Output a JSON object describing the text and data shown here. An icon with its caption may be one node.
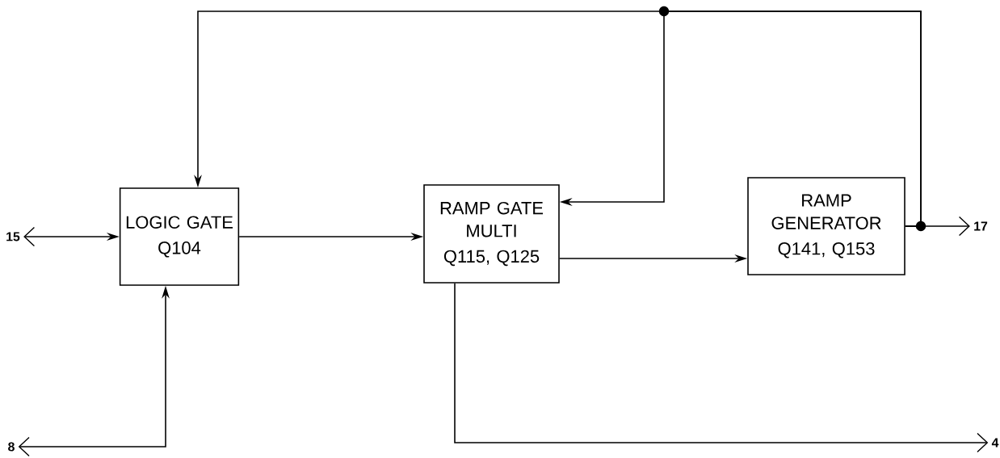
{
  "diagram": {
    "nodes": [
      {
        "text": [
          "15"
        ]
      },
      {
        "text": [
          "8"
        ]
      },
      {
        "text": [
          "LOGIC GATE",
          "Q104"
        ]
      },
      {
        "text": [
          "RAMP GATE MULTI",
          "Q115,  Q125"
        ]
      },
      {
        "text": [
          "RAMP GENERATOR",
          "Q141, Q153"
        ]
      },
      {
        "text": [
          "17"
        ]
      },
      {
        "text": [
          "4"
        ]
      }
    ],
    "edges": [
      {
        "from": 0,
        "to": 2,
        "arrow": "both"
      },
      {
        "from": 1,
        "to": 2,
        "arrow": "both"
      },
      {
        "from": 2,
        "to": 3,
        "arrow": "to"
      },
      {
        "from": 3,
        "to": 4,
        "arrow": "to"
      },
      {
        "from": 4,
        "to": 5,
        "arrow": "to"
      },
      {
        "from": 3,
        "to": 6,
        "arrow": "to"
      },
      {
        "from": 4,
        "to": 2,
        "arrow": "to"
      },
      {
        "from": 4,
        "to": 3,
        "arrow": "to"
      }
    ]
  }
}
